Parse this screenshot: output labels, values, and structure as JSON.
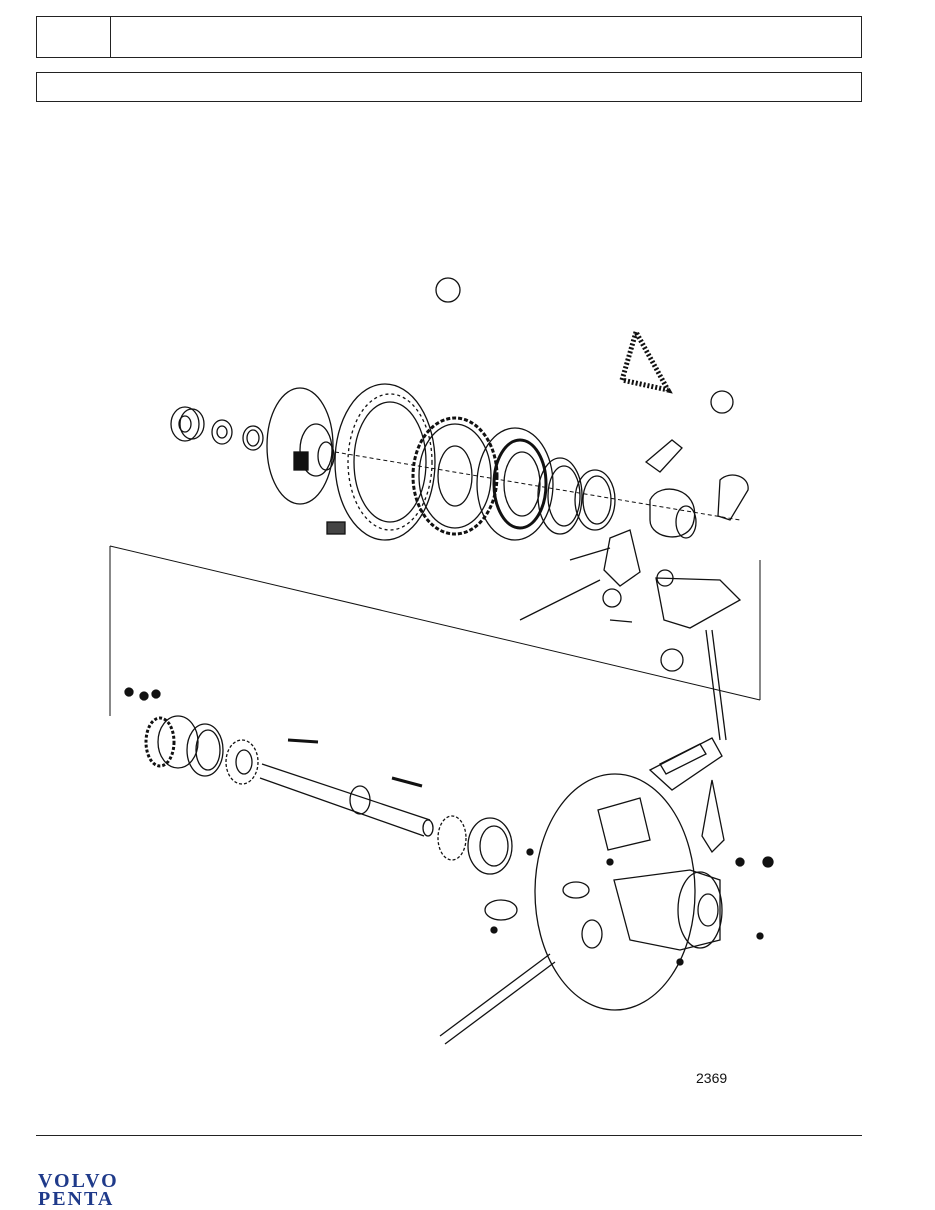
{
  "header": {
    "code_cell": "",
    "description_cell": "",
    "title_bar": ""
  },
  "figure": {
    "number": "2369"
  },
  "logo": {
    "line1": "VOLVO",
    "line2": "PENTA",
    "color": "#1f3a8a"
  }
}
